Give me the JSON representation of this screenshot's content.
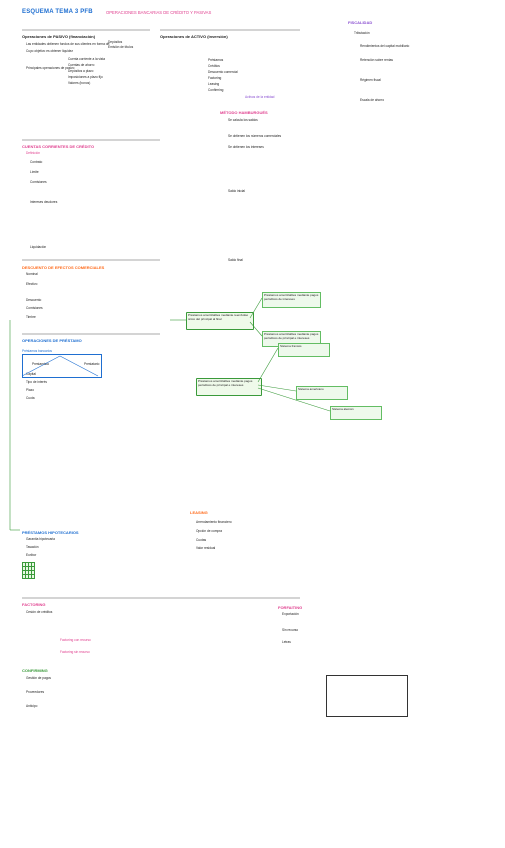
{
  "title": "ESQUEMA TEMA 3 PFB",
  "subtitle": "OPERACIONES BANCARIAS DE CRÉDITO Y PASIVAS",
  "sections": {
    "left_top": {
      "a_label": "Operaciones de PASIVO (financiación)",
      "a_items": [
        "Las entidades obtienen fondos de sus clientes en forma de:",
        "Cuyo objetivo es obtener liquidez",
        "Principales operaciones de pasivo"
      ],
      "a_sub": [
        "Depósitos",
        "Emisión de títulos",
        "Cuenta corriente a la vista",
        "Cuentas de ahorro",
        "Depósitos a plazo",
        "Imposiciones a plazo fijo",
        "Valores (bonos)"
      ],
      "b_label": "Operaciones de ACTIVO (inversión)",
      "b_items": [
        "Préstamos",
        "Créditos",
        "Descuento comercial",
        "Factoring",
        "Leasing",
        "Confirming"
      ],
      "b_note": "Activos de la entidad"
    },
    "fiscalidad": {
      "title": "FISCALIDAD",
      "items": [
        "Tributación",
        "Rendimientos del capital mobiliario",
        "Retención sobre rentas",
        "Régimen fiscal",
        "Escala de ahorro"
      ]
    },
    "cuentas": {
      "title": "CUENTAS CORRIENTES DE CRÉDITO",
      "sub": "Definición",
      "items": [
        "Contrato",
        "Límite",
        "Comisiones",
        "Intereses deudores",
        "Liquidación"
      ]
    },
    "metodo": {
      "title": "MÉTODO HAMBURGUÉS",
      "items": [
        "Se calcula los saldos",
        "Se obtienen los números comerciales",
        "Se obtienen los intereses",
        "Saldo inicial",
        "Saldo final"
      ]
    },
    "descuento": {
      "title": "DESCUENTO DE EFECTOS COMERCIALES",
      "items": [
        "Nominal",
        "Efectivo",
        "Descuento",
        "Comisiones",
        "Timbre"
      ]
    },
    "prestamos": {
      "title": "OPERACIONES DE PRÉSTAMO",
      "sub": "Préstamos bancarios",
      "items": [
        "Prestamista",
        "Prestatario",
        "Capital",
        "Tipo de interés",
        "Plazo",
        "Cuota"
      ]
    },
    "sistemas": {
      "center_box": "Préstamos amortizables mediante reembolso único del principal al final",
      "box2": "Préstamos amortizables mediante pagos periódicos de intereses",
      "box3": "Préstamos amortizables mediante pagos periódicos de principal e intereses",
      "box4": "Sistema francés",
      "box5": "Sistema americano",
      "box6": "Sistema alemán"
    },
    "leasing": {
      "title": "LEASING",
      "items": [
        "Arrendamiento financiero",
        "Opción de compra",
        "Cuotas",
        "Valor residual"
      ]
    },
    "prestamos_hipotecarios": {
      "title": "PRÉSTAMOS HIPOTECARIOS",
      "items": [
        "Garantía hipotecaria",
        "Tasación",
        "Euribor"
      ]
    },
    "factoring": {
      "title": "FACTORING",
      "items": [
        "Cesión de créditos",
        "Factoring con recurso",
        "Factoring sin recurso"
      ]
    },
    "confirming": {
      "title": "CONFIRMING",
      "items": [
        "Gestión de pagos",
        "Proveedores",
        "Anticipo"
      ]
    },
    "forfaiting": {
      "title": "FORFAITING",
      "items": [
        "Exportación",
        "Sin recurso",
        "Letras"
      ]
    }
  }
}
